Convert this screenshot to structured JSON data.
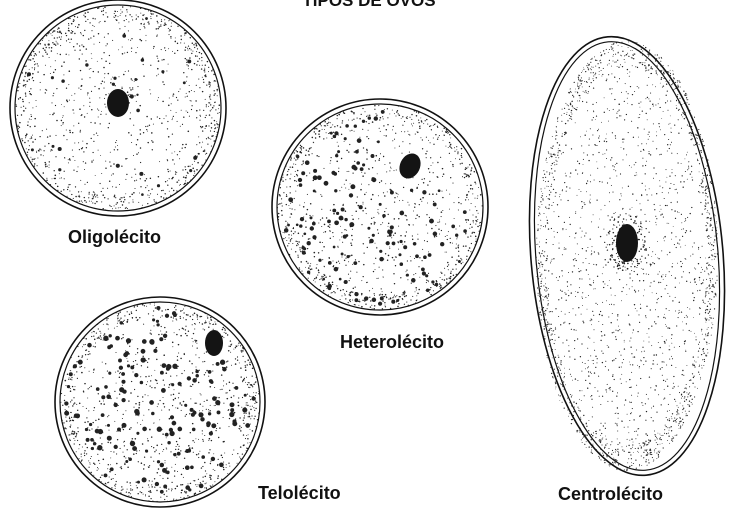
{
  "title": "TIPOS DE OVOS",
  "labels": {
    "oligo": "Oligolécito",
    "hetero": "Heterolécito",
    "telo": "Telolécito",
    "centro": "Centrolécito"
  },
  "colors": {
    "ink": "#111111",
    "stipple": "#222222",
    "nucleus": "#141414",
    "background": "#ffffff"
  }
}
